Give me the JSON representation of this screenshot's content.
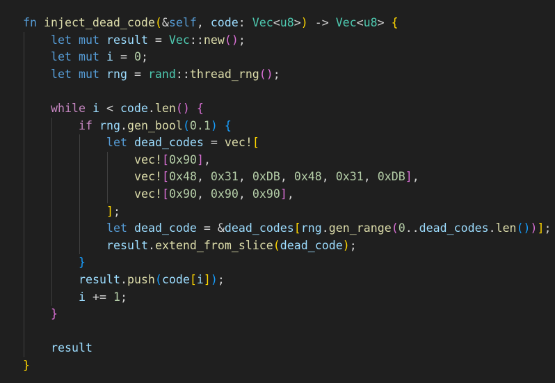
{
  "editor": {
    "language": "rust",
    "colors": {
      "background": "#1f1f1f",
      "keyword": "#569cd6",
      "control": "#c586c0",
      "function": "#dcdcaa",
      "variable": "#9cdcfe",
      "type": "#4ec9b0",
      "number": "#b5cea8",
      "bracket_1": "#ffd700",
      "bracket_2": "#da70d6",
      "bracket_3": "#179fff",
      "indent_guide": "#404040"
    },
    "lines": [
      {
        "indent": 0,
        "tokens": [
          [
            "kw",
            "fn"
          ],
          [
            "op",
            " "
          ],
          [
            "fn",
            "inject_dead_code"
          ],
          [
            "b1",
            "("
          ],
          [
            "op",
            "&"
          ],
          [
            "kw",
            "self"
          ],
          [
            "op",
            ", "
          ],
          [
            "var",
            "code"
          ],
          [
            "op",
            ": "
          ],
          [
            "type",
            "Vec"
          ],
          [
            "op",
            "<"
          ],
          [
            "type",
            "u8"
          ],
          [
            "op",
            ">"
          ],
          [
            "b1",
            ")"
          ],
          [
            "op",
            " -> "
          ],
          [
            "type",
            "Vec"
          ],
          [
            "op",
            "<"
          ],
          [
            "type",
            "u8"
          ],
          [
            "op",
            "> "
          ],
          [
            "b1",
            "{"
          ]
        ]
      },
      {
        "indent": 1,
        "tokens": [
          [
            "kw",
            "let"
          ],
          [
            "op",
            " "
          ],
          [
            "kw",
            "mut"
          ],
          [
            "op",
            " "
          ],
          [
            "var",
            "result"
          ],
          [
            "op",
            " = "
          ],
          [
            "type",
            "Vec"
          ],
          [
            "op",
            "::"
          ],
          [
            "fn",
            "new"
          ],
          [
            "b2",
            "()"
          ],
          [
            "op",
            ";"
          ]
        ]
      },
      {
        "indent": 1,
        "tokens": [
          [
            "kw",
            "let"
          ],
          [
            "op",
            " "
          ],
          [
            "kw",
            "mut"
          ],
          [
            "op",
            " "
          ],
          [
            "var",
            "i"
          ],
          [
            "op",
            " = "
          ],
          [
            "num",
            "0"
          ],
          [
            "op",
            ";"
          ]
        ]
      },
      {
        "indent": 1,
        "tokens": [
          [
            "kw",
            "let"
          ],
          [
            "op",
            " "
          ],
          [
            "kw",
            "mut"
          ],
          [
            "op",
            " "
          ],
          [
            "var",
            "rng"
          ],
          [
            "op",
            " = "
          ],
          [
            "type",
            "rand"
          ],
          [
            "op",
            "::"
          ],
          [
            "fn",
            "thread_rng"
          ],
          [
            "b2",
            "()"
          ],
          [
            "op",
            ";"
          ]
        ]
      },
      {
        "indent": 0,
        "tokens": []
      },
      {
        "indent": 1,
        "tokens": [
          [
            "ctl",
            "while"
          ],
          [
            "op",
            " "
          ],
          [
            "var",
            "i"
          ],
          [
            "op",
            " < "
          ],
          [
            "var",
            "code"
          ],
          [
            "op",
            "."
          ],
          [
            "fn",
            "len"
          ],
          [
            "b2",
            "()"
          ],
          [
            "op",
            " "
          ],
          [
            "b2",
            "{"
          ]
        ]
      },
      {
        "indent": 2,
        "tokens": [
          [
            "ctl",
            "if"
          ],
          [
            "op",
            " "
          ],
          [
            "var",
            "rng"
          ],
          [
            "op",
            "."
          ],
          [
            "fn",
            "gen_bool"
          ],
          [
            "b3",
            "("
          ],
          [
            "num",
            "0.1"
          ],
          [
            "b3",
            ")"
          ],
          [
            "op",
            " "
          ],
          [
            "b3",
            "{"
          ]
        ]
      },
      {
        "indent": 3,
        "tokens": [
          [
            "kw",
            "let"
          ],
          [
            "op",
            " "
          ],
          [
            "var",
            "dead_codes"
          ],
          [
            "op",
            " = "
          ],
          [
            "fn",
            "vec!"
          ],
          [
            "b1",
            "["
          ]
        ]
      },
      {
        "indent": 4,
        "tokens": [
          [
            "fn",
            "vec!"
          ],
          [
            "b2",
            "["
          ],
          [
            "num",
            "0x90"
          ],
          [
            "b2",
            "]"
          ],
          [
            "op",
            ","
          ]
        ]
      },
      {
        "indent": 4,
        "tokens": [
          [
            "fn",
            "vec!"
          ],
          [
            "b2",
            "["
          ],
          [
            "num",
            "0x48"
          ],
          [
            "op",
            ", "
          ],
          [
            "num",
            "0x31"
          ],
          [
            "op",
            ", "
          ],
          [
            "num",
            "0xDB"
          ],
          [
            "op",
            ", "
          ],
          [
            "num",
            "0x48"
          ],
          [
            "op",
            ", "
          ],
          [
            "num",
            "0x31"
          ],
          [
            "op",
            ", "
          ],
          [
            "num",
            "0xDB"
          ],
          [
            "b2",
            "]"
          ],
          [
            "op",
            ","
          ]
        ]
      },
      {
        "indent": 4,
        "tokens": [
          [
            "fn",
            "vec!"
          ],
          [
            "b2",
            "["
          ],
          [
            "num",
            "0x90"
          ],
          [
            "op",
            ", "
          ],
          [
            "num",
            "0x90"
          ],
          [
            "op",
            ", "
          ],
          [
            "num",
            "0x90"
          ],
          [
            "b2",
            "]"
          ],
          [
            "op",
            ","
          ]
        ]
      },
      {
        "indent": 3,
        "tokens": [
          [
            "b1",
            "]"
          ],
          [
            "op",
            ";"
          ]
        ]
      },
      {
        "indent": 3,
        "tokens": [
          [
            "kw",
            "let"
          ],
          [
            "op",
            " "
          ],
          [
            "var",
            "dead_code"
          ],
          [
            "op",
            " = &"
          ],
          [
            "var",
            "dead_codes"
          ],
          [
            "b1",
            "["
          ],
          [
            "var",
            "rng"
          ],
          [
            "op",
            "."
          ],
          [
            "fn",
            "gen_range"
          ],
          [
            "b2",
            "("
          ],
          [
            "num",
            "0"
          ],
          [
            "op",
            ".."
          ],
          [
            "var",
            "dead_codes"
          ],
          [
            "op",
            "."
          ],
          [
            "fn",
            "len"
          ],
          [
            "b3",
            "()"
          ],
          [
            "b2",
            ")"
          ],
          [
            "b1",
            "]"
          ],
          [
            "op",
            ";"
          ]
        ]
      },
      {
        "indent": 3,
        "tokens": [
          [
            "var",
            "result"
          ],
          [
            "op",
            "."
          ],
          [
            "fn",
            "extend_from_slice"
          ],
          [
            "b1",
            "("
          ],
          [
            "var",
            "dead_code"
          ],
          [
            "b1",
            ")"
          ],
          [
            "op",
            ";"
          ]
        ]
      },
      {
        "indent": 2,
        "tokens": [
          [
            "b3",
            "}"
          ]
        ]
      },
      {
        "indent": 2,
        "tokens": [
          [
            "var",
            "result"
          ],
          [
            "op",
            "."
          ],
          [
            "fn",
            "push"
          ],
          [
            "b3",
            "("
          ],
          [
            "var",
            "code"
          ],
          [
            "b1",
            "["
          ],
          [
            "var",
            "i"
          ],
          [
            "b1",
            "]"
          ],
          [
            "b3",
            ")"
          ],
          [
            "op",
            ";"
          ]
        ]
      },
      {
        "indent": 2,
        "tokens": [
          [
            "var",
            "i"
          ],
          [
            "op",
            " += "
          ],
          [
            "num",
            "1"
          ],
          [
            "op",
            ";"
          ]
        ]
      },
      {
        "indent": 1,
        "tokens": [
          [
            "b2",
            "}"
          ]
        ]
      },
      {
        "indent": 0,
        "tokens": []
      },
      {
        "indent": 1,
        "tokens": [
          [
            "var",
            "result"
          ]
        ]
      },
      {
        "indent": 0,
        "tokens": [
          [
            "b1",
            "}"
          ]
        ]
      }
    ]
  }
}
